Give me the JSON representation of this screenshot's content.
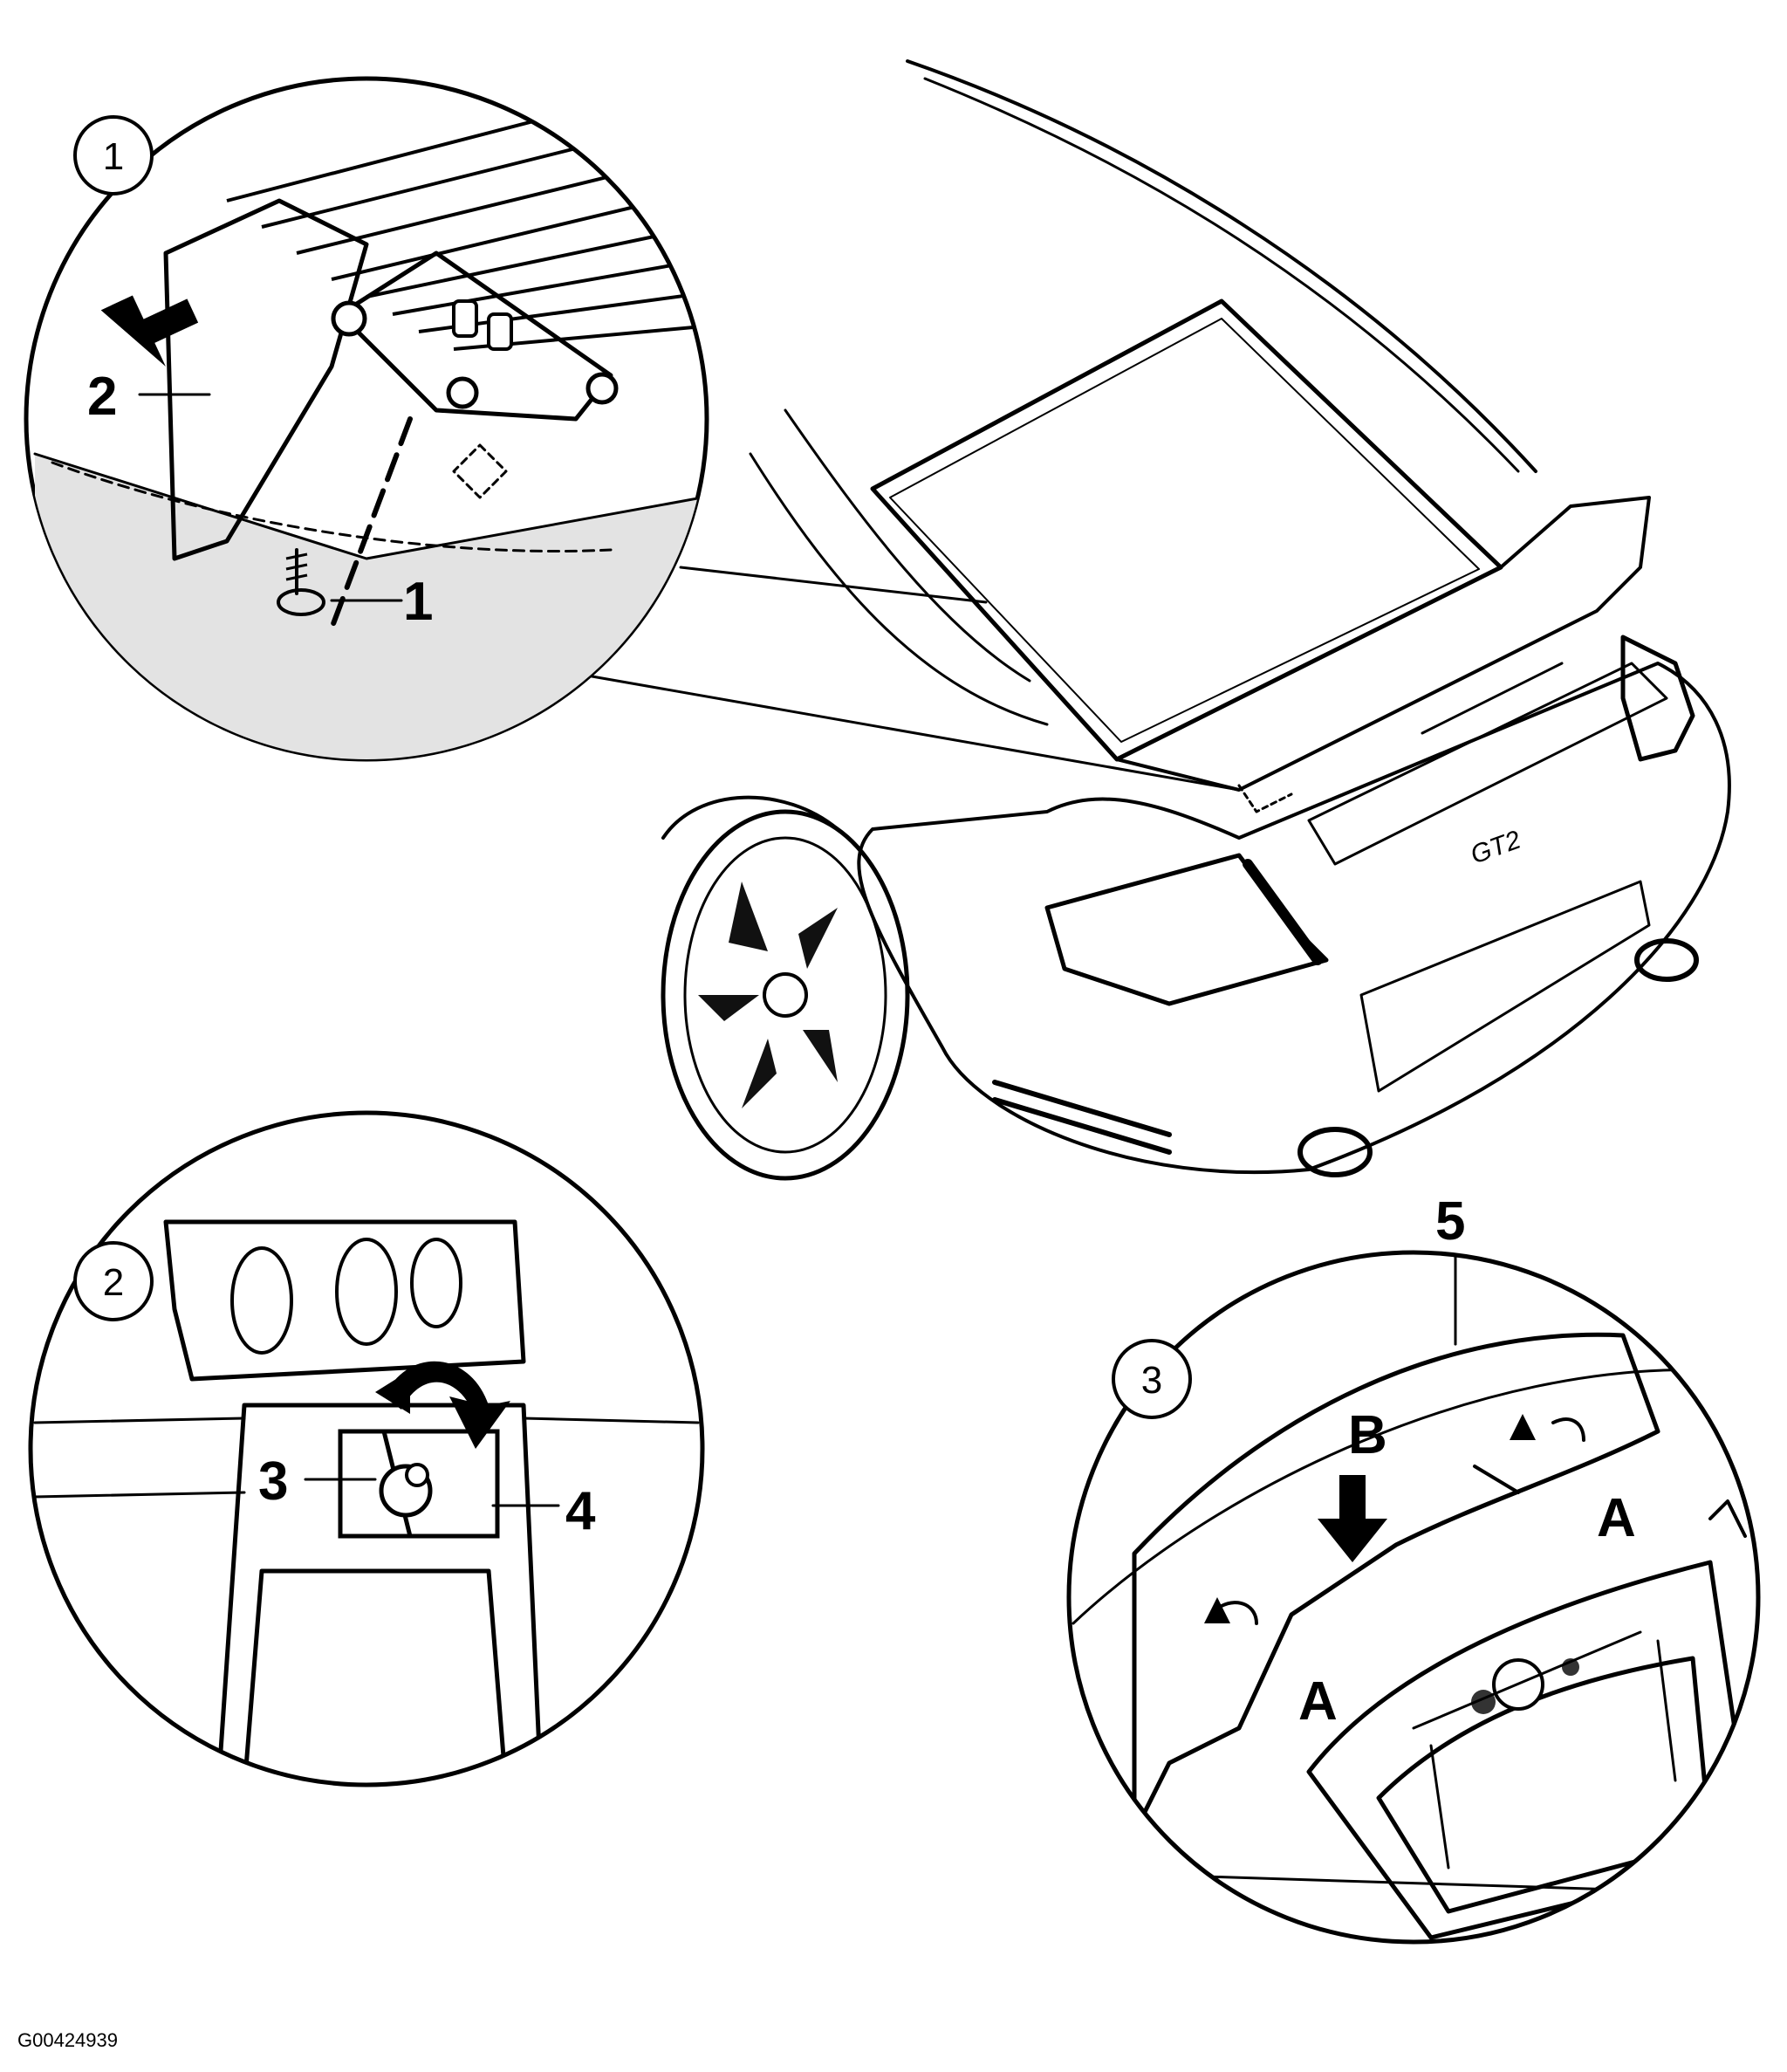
{
  "figure_code": "G00424939",
  "colors": {
    "ink": "#000000",
    "paper": "#ffffff",
    "shade": "#d9d9d9"
  },
  "detail_1": {
    "badge": "1",
    "callouts": {
      "arrow_part": "2",
      "screw_part": "1"
    }
  },
  "detail_2": {
    "badge": "2",
    "callouts": {
      "left_part": "3",
      "right_part": "4"
    }
  },
  "detail_3": {
    "badge": "3",
    "callouts": {
      "top_part": "5",
      "press": "B",
      "clip_left": "A",
      "clip_right": "A"
    }
  },
  "car": {
    "badge_text": "GT2"
  }
}
